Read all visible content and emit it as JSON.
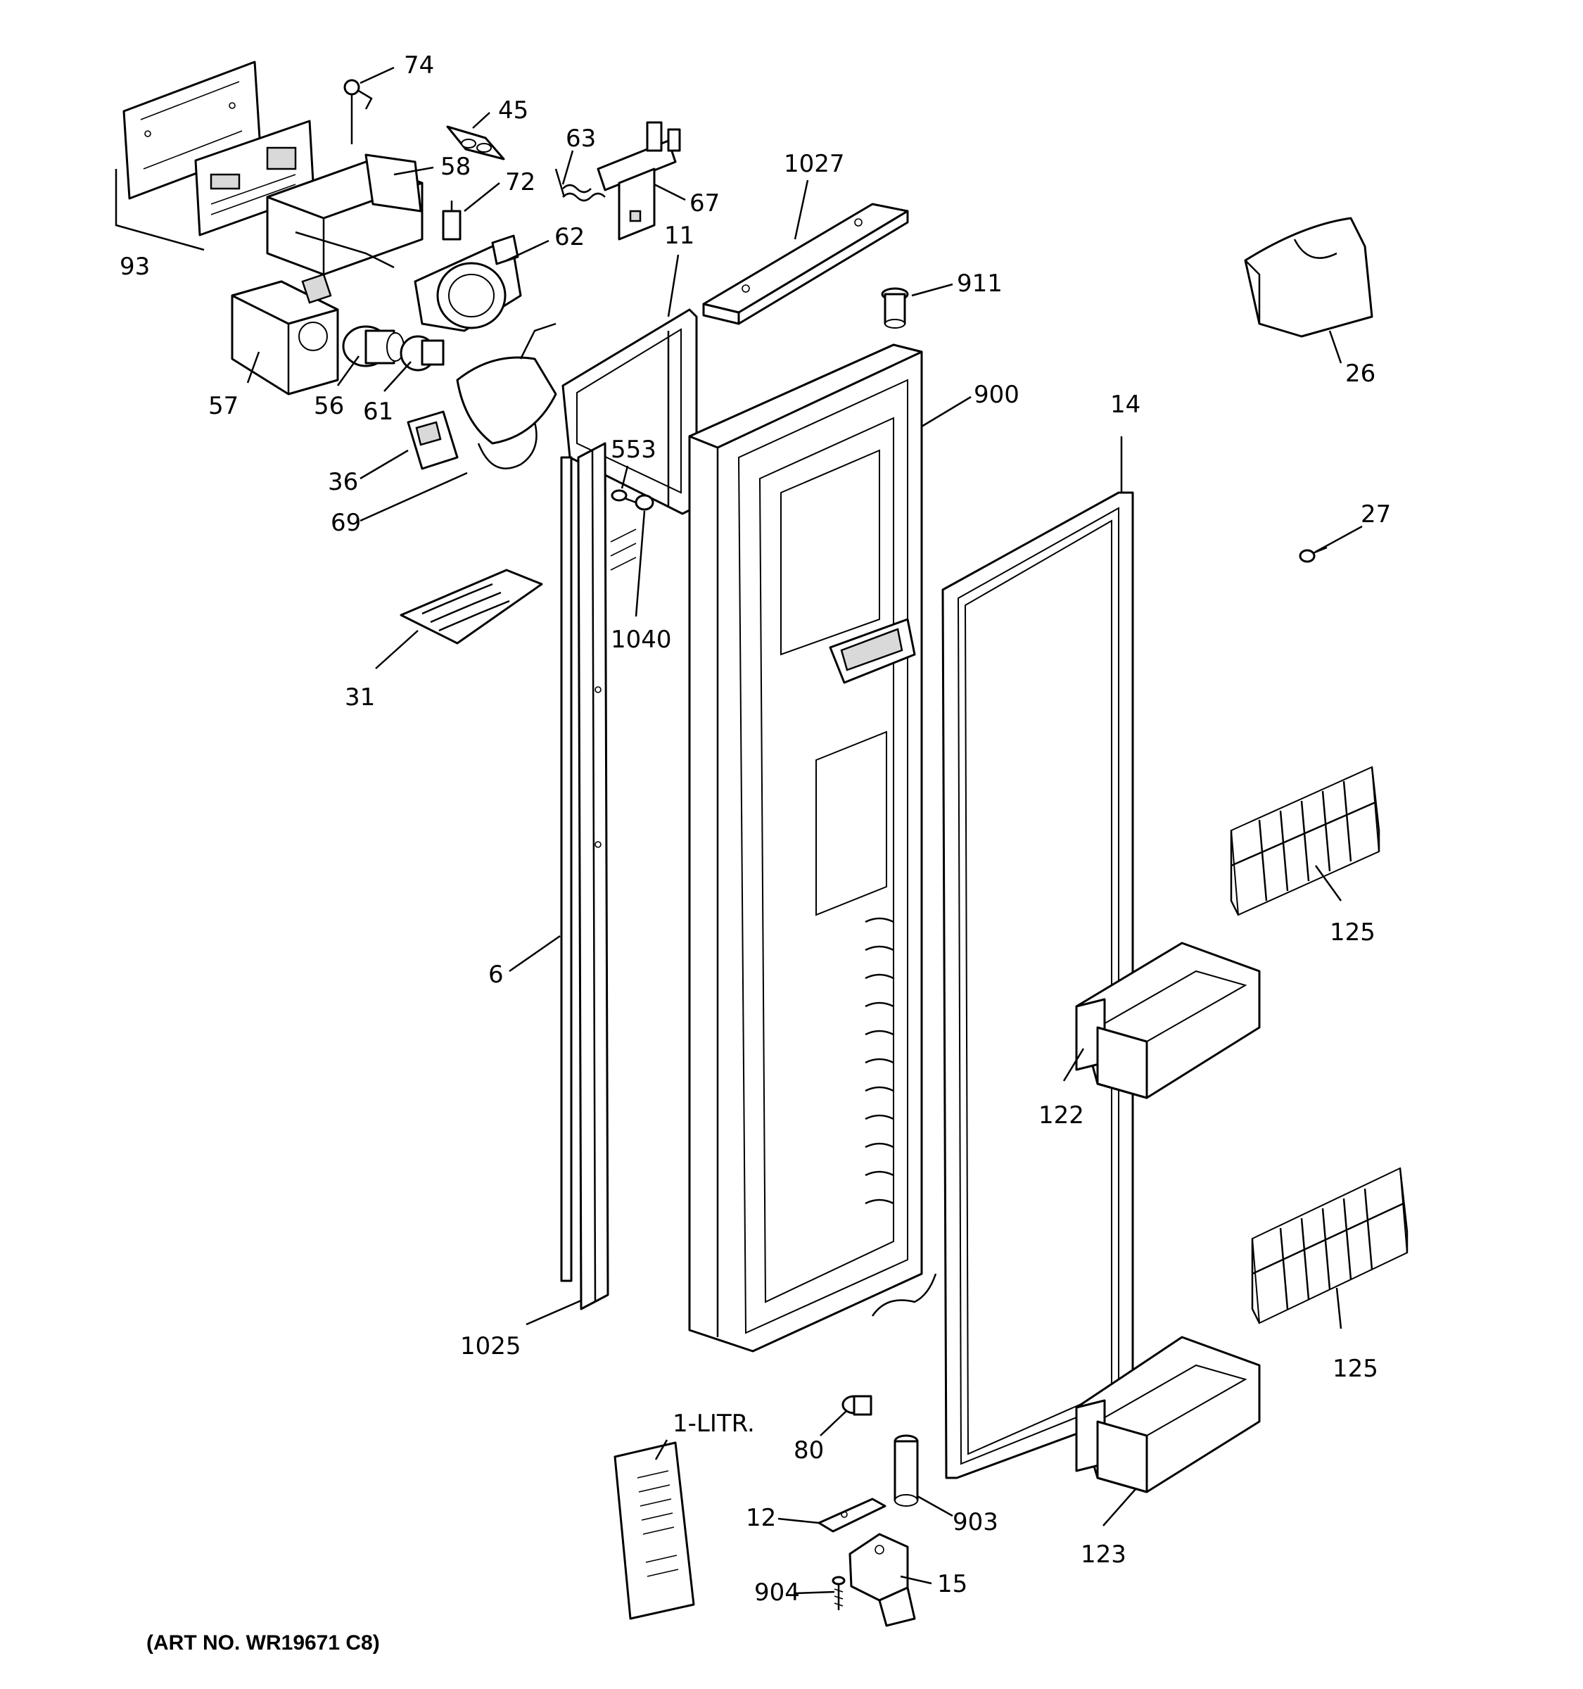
{
  "diagram": {
    "caption": "(ART NO. WR19671 C8)",
    "callouts": {
      "c74": "74",
      "c45": "45",
      "c63": "63",
      "c58": "58",
      "c72": "72",
      "c67": "67",
      "c1027": "1027",
      "c93": "93",
      "c62": "62",
      "c11": "11",
      "c911": "911",
      "c26": "26",
      "c57": "57",
      "c56": "56",
      "c61": "61",
      "c900": "900",
      "c14": "14",
      "c36": "36",
      "c553": "553",
      "c69": "69",
      "c27": "27",
      "c1040": "1040",
      "c31": "31",
      "c125a": "125",
      "c6": "6",
      "c122": "122",
      "c125b": "125",
      "c1025": "1025",
      "c1litr": "1-LITR.",
      "c80": "80",
      "c12": "12",
      "c903": "903",
      "c123": "123",
      "c904": "904",
      "c15": "15"
    }
  }
}
